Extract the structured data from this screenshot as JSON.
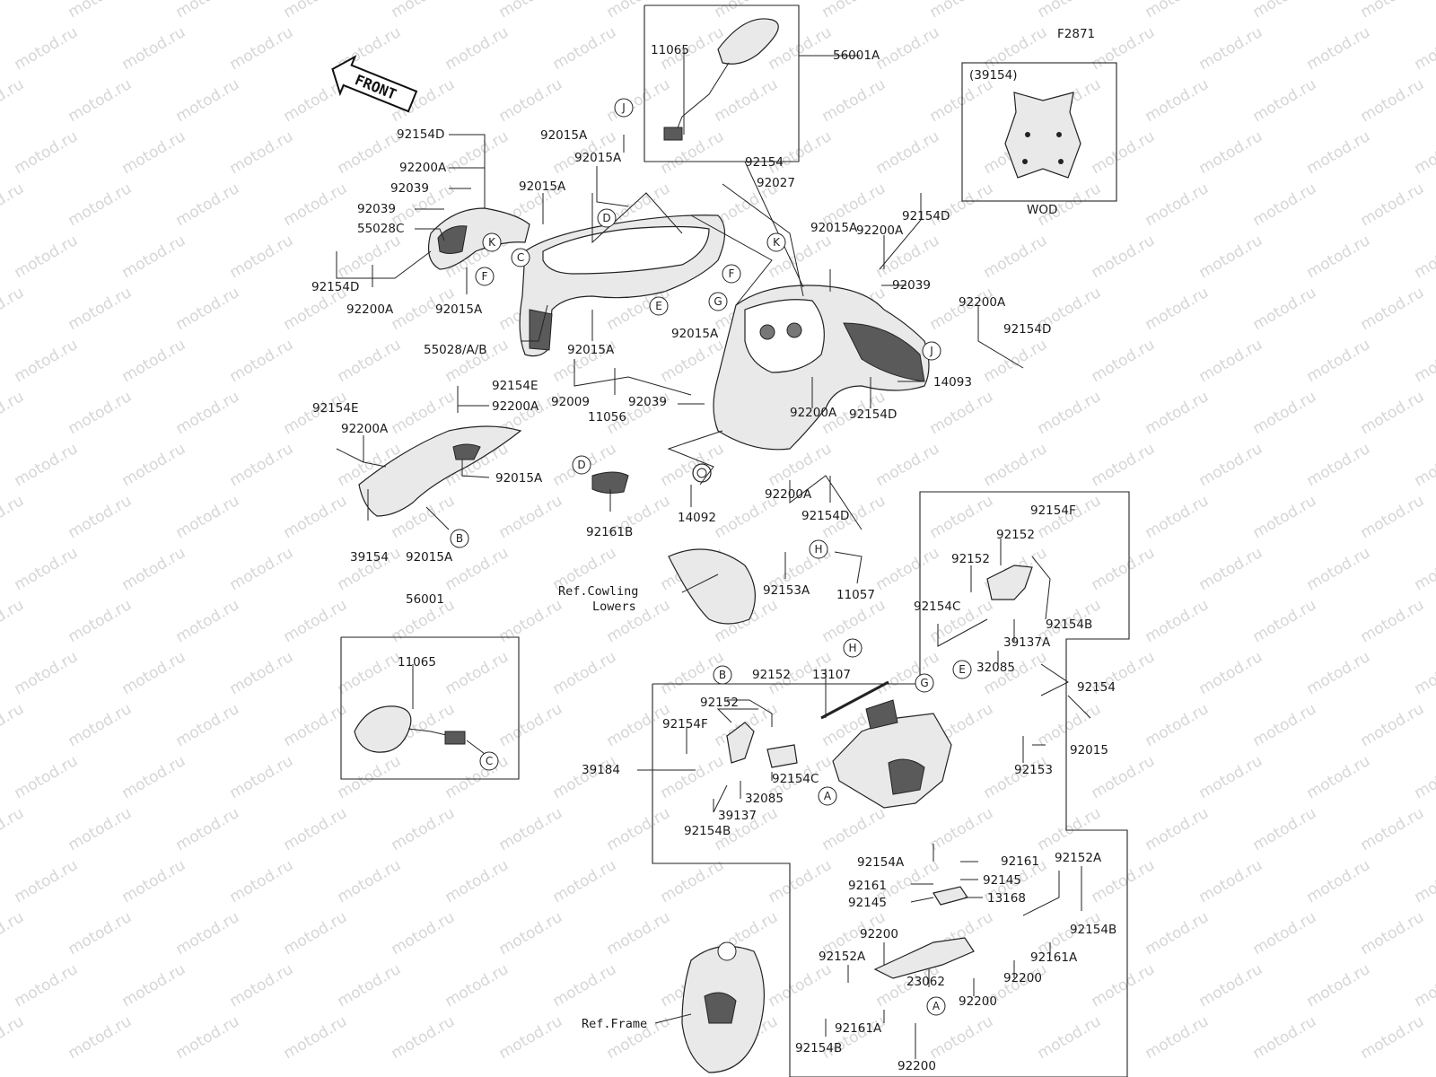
{
  "figure_id": "F2871",
  "front_label": "FRONT",
  "inset_windscreen": {
    "top_label": "(39154)",
    "bottom_label": "WOD"
  },
  "watermark": "motod.ru",
  "refs": {
    "cowling_lowers_line1": "Ref.Cowling",
    "cowling_lowers_line2": "Lowers",
    "frame": "Ref.Frame"
  },
  "parts": [
    "11065",
    "56001A",
    "92154D",
    "92200A",
    "92039",
    "92039",
    "55028C",
    "92015A",
    "92015A",
    "92015A",
    "92154D",
    "92200A",
    "92015A",
    "55028/A/B",
    "92015A",
    "92015A",
    "92154",
    "92027",
    "92200A",
    "92154D",
    "92015A",
    "92039",
    "92200A",
    "92154D",
    "14093",
    "92009",
    "11056",
    "92039",
    "92200A",
    "92154D",
    "92154E",
    "92200A",
    "92154E",
    "92200A",
    "92015A",
    "39154",
    "92015A",
    "92161B",
    "14092",
    "92200A",
    "92154D",
    "92153A",
    "11057",
    "92154F",
    "92152",
    "92152",
    "92154C",
    "92154B",
    "39137A",
    "32085",
    "56001",
    "11065",
    "92152",
    "13107",
    "92152",
    "92154F",
    "39184",
    "92154C",
    "32085",
    "39137",
    "92154B",
    "92154",
    "92015",
    "92153",
    "92154A",
    "92161",
    "92161",
    "92145",
    "92145",
    "13168",
    "92152A",
    "92154B",
    "92200",
    "92152A",
    "23062",
    "92161A",
    "92200",
    "92200",
    "92154B",
    "92161A",
    "92200"
  ],
  "callouts": [
    "J",
    "D",
    "C",
    "K",
    "F",
    "E",
    "G",
    "K",
    "F",
    "J",
    "D",
    "B",
    "H",
    "C",
    "H",
    "B",
    "G",
    "E",
    "A",
    "A"
  ]
}
